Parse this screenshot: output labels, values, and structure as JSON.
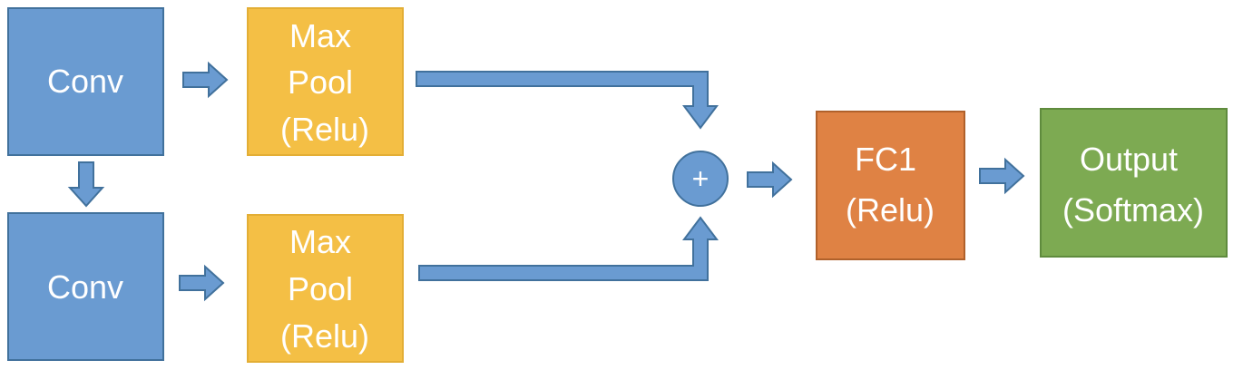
{
  "colors": {
    "conv": "#6A9BD1",
    "conv_border": "#41719C",
    "pool": "#F4BF45",
    "pool_border": "#E3AE35",
    "fc": "#DF8244",
    "fc_border": "#B0612B",
    "output": "#7DAA52",
    "output_border": "#5F8B3D",
    "arrow": "#6A9BD1",
    "arrow_border": "#41719C",
    "text": "#FFFFFF"
  },
  "nodes": {
    "conv_top": {
      "lines": [
        "Conv"
      ]
    },
    "conv_bottom": {
      "lines": [
        "Conv"
      ]
    },
    "pool_top": {
      "lines": [
        "Max",
        "Pool",
        "(Relu)"
      ]
    },
    "pool_bottom": {
      "lines": [
        "Max",
        "Pool",
        "(Relu)"
      ]
    },
    "add": {
      "lines": [
        "+"
      ]
    },
    "fc1": {
      "lines": [
        "FC1",
        "(Relu)"
      ]
    },
    "output": {
      "lines": [
        "Output",
        "(Softmax)"
      ]
    }
  }
}
